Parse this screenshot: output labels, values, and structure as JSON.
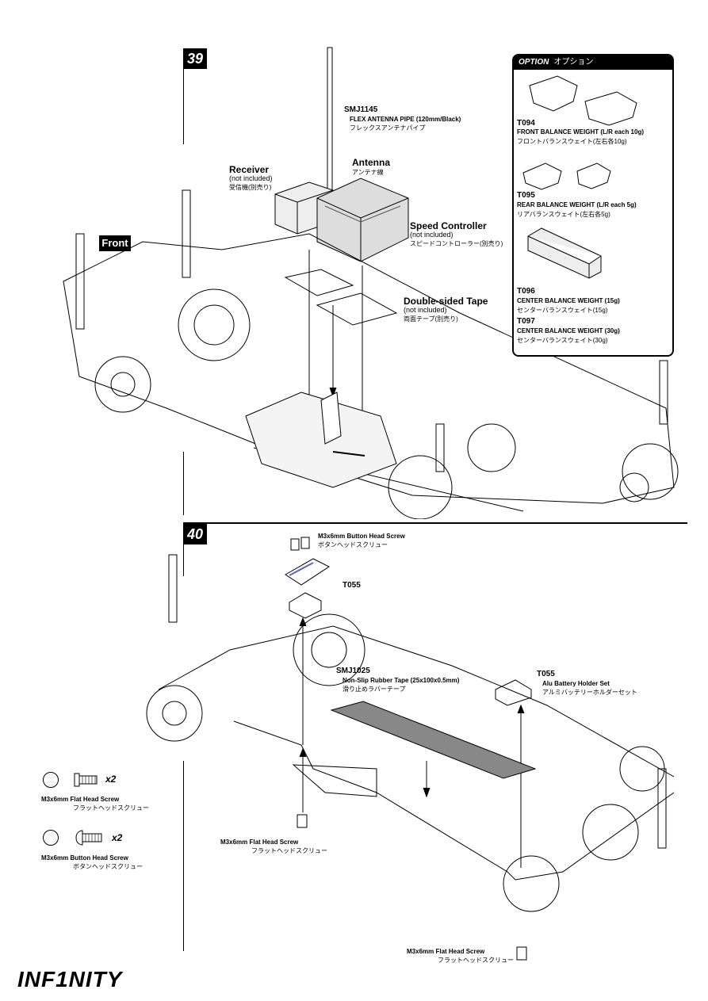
{
  "step39": {
    "number": "39",
    "antenna_pipe": {
      "code": "SMJ1145",
      "name": "FLEX ANTENNA PIPE (120mm/Black)",
      "jp": "フレックスアンテナパイプ"
    },
    "antenna": {
      "name": "Antenna",
      "jp": "アンテナ線"
    },
    "receiver": {
      "name": "Receiver",
      "note": "(not included)",
      "jp": "受信機(別売り)"
    },
    "speed_controller": {
      "name": "Speed Controller",
      "note": "(not included)",
      "jp": "スピードコントローラー(別売り)"
    },
    "tape": {
      "name": "Double-sided Tape",
      "note": "(not included)",
      "jp": "両面テープ(別売り)"
    },
    "front_badge": "Front"
  },
  "option": {
    "title": "OPTION",
    "title_jp": "オプション",
    "items": [
      {
        "code": "T094",
        "name": "FRONT BALANCE WEIGHT (L/R each 10g)",
        "jp": "フロントバランスウェイト(左右各10g)"
      },
      {
        "code": "T095",
        "name": "REAR BALANCE WEIGHT (L/R each 5g)",
        "jp": "リアバランスウェイト(左右各5g)"
      },
      {
        "code": "T096",
        "name": "CENTER BALANCE WEIGHT (15g)",
        "jp": "センターバランスウェイト(15g)"
      },
      {
        "code": "T097",
        "name": "CENTER BALANCE WEIGHT (30g)",
        "jp": "センターバランスウェイト(30g)"
      }
    ]
  },
  "step40": {
    "number": "40",
    "button_screw_top": {
      "name": "M3x6mm Button Head Screw",
      "jp": "ボタンヘッドスクリュー"
    },
    "t055_left": "T055",
    "rubber_tape": {
      "code": "SMJ1025",
      "name": "Non-Slip Rubber Tape (25x100x0.5mm)",
      "jp": "滑り止めラバーテープ"
    },
    "holder": {
      "code": "T055",
      "name": "Alu Battery Holder Set",
      "jp": "アルミバッテリーホルダーセット"
    },
    "flat_screw_mid": {
      "name": "M3x6mm Flat Head Screw",
      "jp": "フラットヘッドスクリュー"
    },
    "flat_screw_bottom": {
      "name": "M3x6mm Flat Head Screw",
      "jp": "フラットヘッドスクリュー"
    }
  },
  "parts": [
    {
      "name": "M3x6mm Flat Head Screw",
      "jp": "フラットヘッドスクリュー",
      "qty": "x2"
    },
    {
      "name": "M3x6mm Button Head Screw",
      "jp": "ボタンヘッドスクリュー",
      "qty": "x2"
    }
  ],
  "brand": "INF1NITY"
}
